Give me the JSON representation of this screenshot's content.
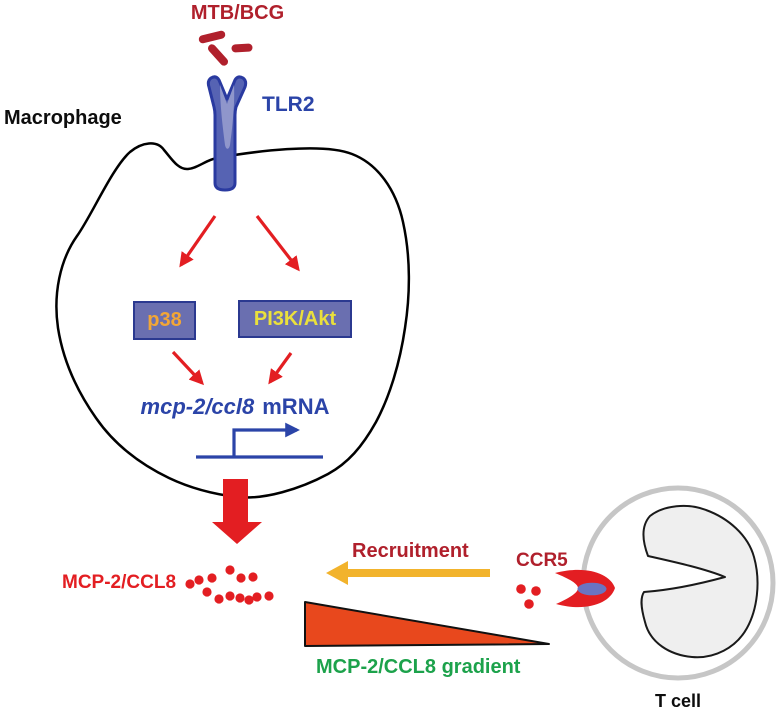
{
  "labels": {
    "stimulus": "MTB/BCG",
    "receptor_macrophage": "TLR2",
    "macrophage": "Macrophage",
    "kinase_p38": "p38",
    "kinase_pi3k_akt": "PI3K/Akt",
    "mrna_gene": "mcp-2/ccl8",
    "mrna_suffix": "mRNA",
    "chemokine": "MCP-2/CCL8",
    "recruitment": "Recruitment",
    "receptor_tcell": "CCR5",
    "gradient": "MCP-2/CCL8 gradient",
    "tcell": "T cell"
  },
  "colors": {
    "dark_red": "#B0202C",
    "bright_red": "#E31E22",
    "blue": "#2B44A8",
    "receptor_fill": "#5663B3",
    "receptor_border": "#2A3AA0",
    "receptor_light": "#8F96CB",
    "box_fill": "#6A6FB0",
    "box_border": "#2B3990",
    "p38_text": "#F2A636",
    "pi3k_text": "#EAE03C",
    "gold": "#F2B32C",
    "triangle_fill": "#E8481D",
    "green": "#1CA24B",
    "gray_membrane": "#C6C6C6",
    "nucleus_fill": "#EFEFEF"
  }
}
